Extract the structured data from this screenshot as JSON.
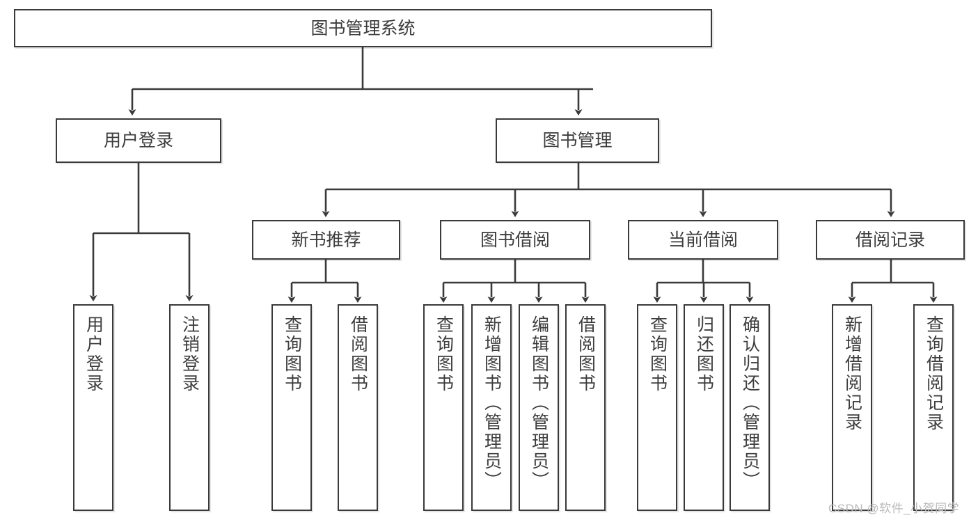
{
  "diagram": {
    "title": "图书管理系统",
    "type": "tree-hierarchy-diagram",
    "watermark": "CSDN @软件_小贺同学",
    "colors": {
      "border": "#3a3a3a",
      "background": "#ffffff",
      "text": "#3d3d3d",
      "watermark": "#b9b9b9"
    },
    "nodes": {
      "root": {
        "label": "图书管理系统"
      },
      "level1": [
        {
          "id": "user-login",
          "label": "用户登录"
        },
        {
          "id": "book-manage",
          "label": "图书管理"
        }
      ],
      "level2": [
        {
          "id": "new-book-recommend",
          "label": "新书推荐"
        },
        {
          "id": "book-borrow",
          "label": "图书借阅"
        },
        {
          "id": "current-borrow",
          "label": "当前借阅"
        },
        {
          "id": "borrow-record",
          "label": "借阅记录"
        }
      ],
      "leaves": {
        "user_login": [
          {
            "id": "leaf-user-login",
            "label": "用户登录"
          },
          {
            "id": "leaf-logout-login",
            "label": "注销登录"
          }
        ],
        "new_book_recommend": [
          {
            "id": "leaf-query-book-1",
            "label": "查询图书"
          },
          {
            "id": "leaf-borrow-book-1",
            "label": "借阅图书"
          }
        ],
        "book_borrow": [
          {
            "id": "leaf-query-book-2",
            "label": "查询图书"
          },
          {
            "id": "leaf-add-book",
            "label": "新增图书（管理员）"
          },
          {
            "id": "leaf-edit-book",
            "label": "编辑图书（管理员）"
          },
          {
            "id": "leaf-borrow-book-2",
            "label": "借阅图书"
          }
        ],
        "current_borrow": [
          {
            "id": "leaf-query-book-3",
            "label": "查询图书"
          },
          {
            "id": "leaf-return-book",
            "label": "归还图书"
          },
          {
            "id": "leaf-confirm-return",
            "label": "确认归还（管理员）"
          }
        ],
        "borrow_record": [
          {
            "id": "leaf-add-borrow-record",
            "label": "新增借阅记录"
          },
          {
            "id": "leaf-query-borrow-record",
            "label": "查询借阅记录"
          }
        ]
      }
    }
  }
}
